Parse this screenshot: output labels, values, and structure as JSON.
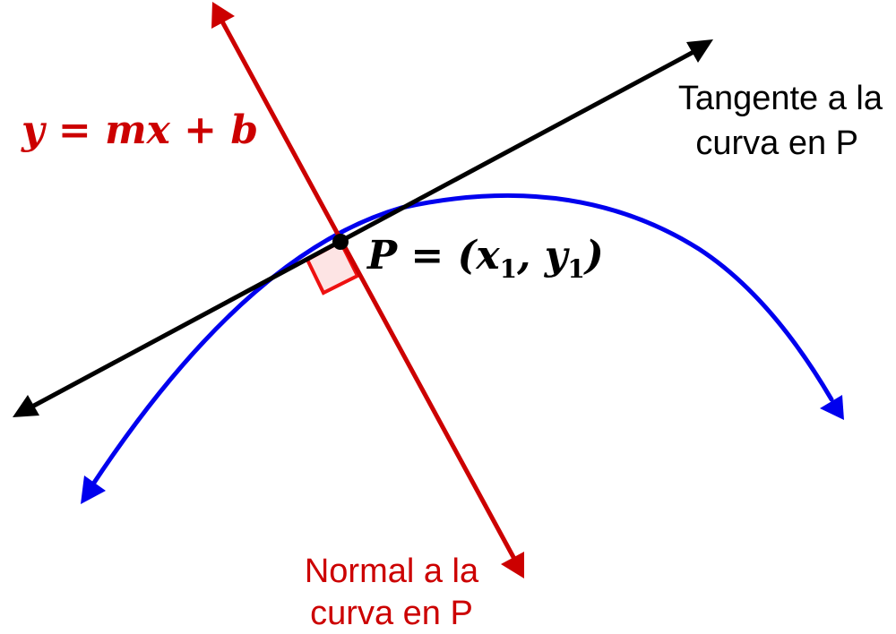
{
  "colors": {
    "tangent": "#000000",
    "normal": "#cc0000",
    "curve": "#0000ee",
    "right_angle_fill": "#fde4e4",
    "right_angle_stroke": "#ee1111",
    "background": "#ffffff"
  },
  "labels": {
    "tangent_line1": "Tangente a la",
    "tangent_line2": "curva en P",
    "normal_line1": "Normal a la",
    "normal_line2": "curva en P",
    "equation": "y = mx + b",
    "point_prefix": "P = (x",
    "point_sub1": "1",
    "point_sep": ",  y",
    "point_sub2": "1",
    "point_suffix": ")"
  }
}
